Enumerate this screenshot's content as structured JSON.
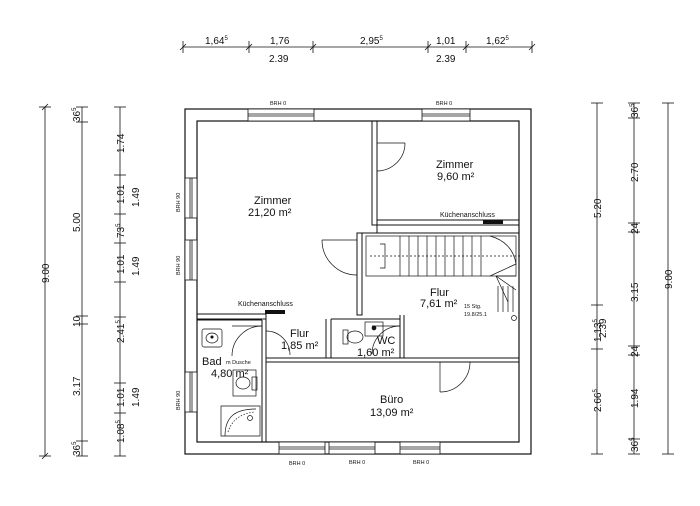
{
  "top_dimensions": {
    "row1": [
      {
        "base": "1,64",
        "sup": "5"
      },
      {
        "base": "1,76",
        "sup": ""
      },
      {
        "base": "2,95",
        "sup": "5"
      },
      {
        "base": "1,01",
        "sup": ""
      },
      {
        "base": "1,62",
        "sup": "5"
      }
    ],
    "row2": [
      "2.39",
      "2.39"
    ]
  },
  "left_dimensions": {
    "overall": "9.00",
    "col2": [
      {
        "base": "36",
        "sup": "5"
      },
      {
        "base": "5.00",
        "sup": ""
      },
      {
        "base": "10",
        "sup": ""
      },
      {
        "base": "3.17",
        "sup": ""
      },
      {
        "base": "36",
        "sup": "5"
      }
    ],
    "col3": [
      {
        "base": "1.74",
        "sup": ""
      },
      {
        "base": "1.01",
        "sup": ""
      },
      {
        "base": "1.49",
        "sup": ""
      },
      {
        "base": "73",
        "sup": "5"
      },
      {
        "base": "1.01",
        "sup": ""
      },
      {
        "base": "1.49",
        "sup": ""
      },
      {
        "base": "2.41",
        "sup": "5"
      },
      {
        "base": "1.01",
        "sup": ""
      },
      {
        "base": "1.49",
        "sup": ""
      },
      {
        "base": "1.08",
        "sup": "5"
      }
    ]
  },
  "right_dimensions": {
    "col1": [
      {
        "base": "5.20",
        "sup": ""
      },
      {
        "base": "1.13",
        "sup": "5"
      },
      {
        "base": "2.39",
        "sup": ""
      },
      {
        "base": "2.66",
        "sup": "5"
      }
    ],
    "col2": [
      {
        "base": "36",
        "sup": "5"
      },
      {
        "base": "2.70",
        "sup": ""
      },
      {
        "base": "24",
        "sup": ""
      },
      {
        "base": "3.15",
        "sup": ""
      },
      {
        "base": "24",
        "sup": ""
      },
      {
        "base": "1.94",
        "sup": ""
      },
      {
        "base": "36",
        "sup": "5"
      }
    ],
    "overall": "9.00"
  },
  "rooms": {
    "zimmer_large": {
      "name": "Zimmer",
      "area": "21,20 m²"
    },
    "zimmer_small": {
      "name": "Zimmer",
      "area": "9,60 m²"
    },
    "flur_upper": {
      "name": "Flur",
      "area": "7,61 m²"
    },
    "flur_lower": {
      "name": "Flur",
      "area": "1,85 m²"
    },
    "bad": {
      "name": "Bad",
      "area": "4,80 m²",
      "note": "m Dusche"
    },
    "wc": {
      "name": "WC",
      "area": "1,60 m²"
    },
    "buero": {
      "name": "Büro",
      "area": "13,09 m²"
    }
  },
  "annotations": {
    "kitchen_1": "Küchenanschluss",
    "kitchen_2": "Küchenanschluss",
    "stairs_line1": "15 Stg.",
    "stairs_line2": "19.8/25.1"
  },
  "window_labels": {
    "top_left": "BRH 0",
    "top_right": "BRH 0",
    "left_1": "BRH 90",
    "left_2": "BRH 90",
    "left_3": "BRH 90",
    "bottom_1": "BRH 0",
    "bottom_2": "BRH 0",
    "bottom_3": "BRH 0"
  }
}
